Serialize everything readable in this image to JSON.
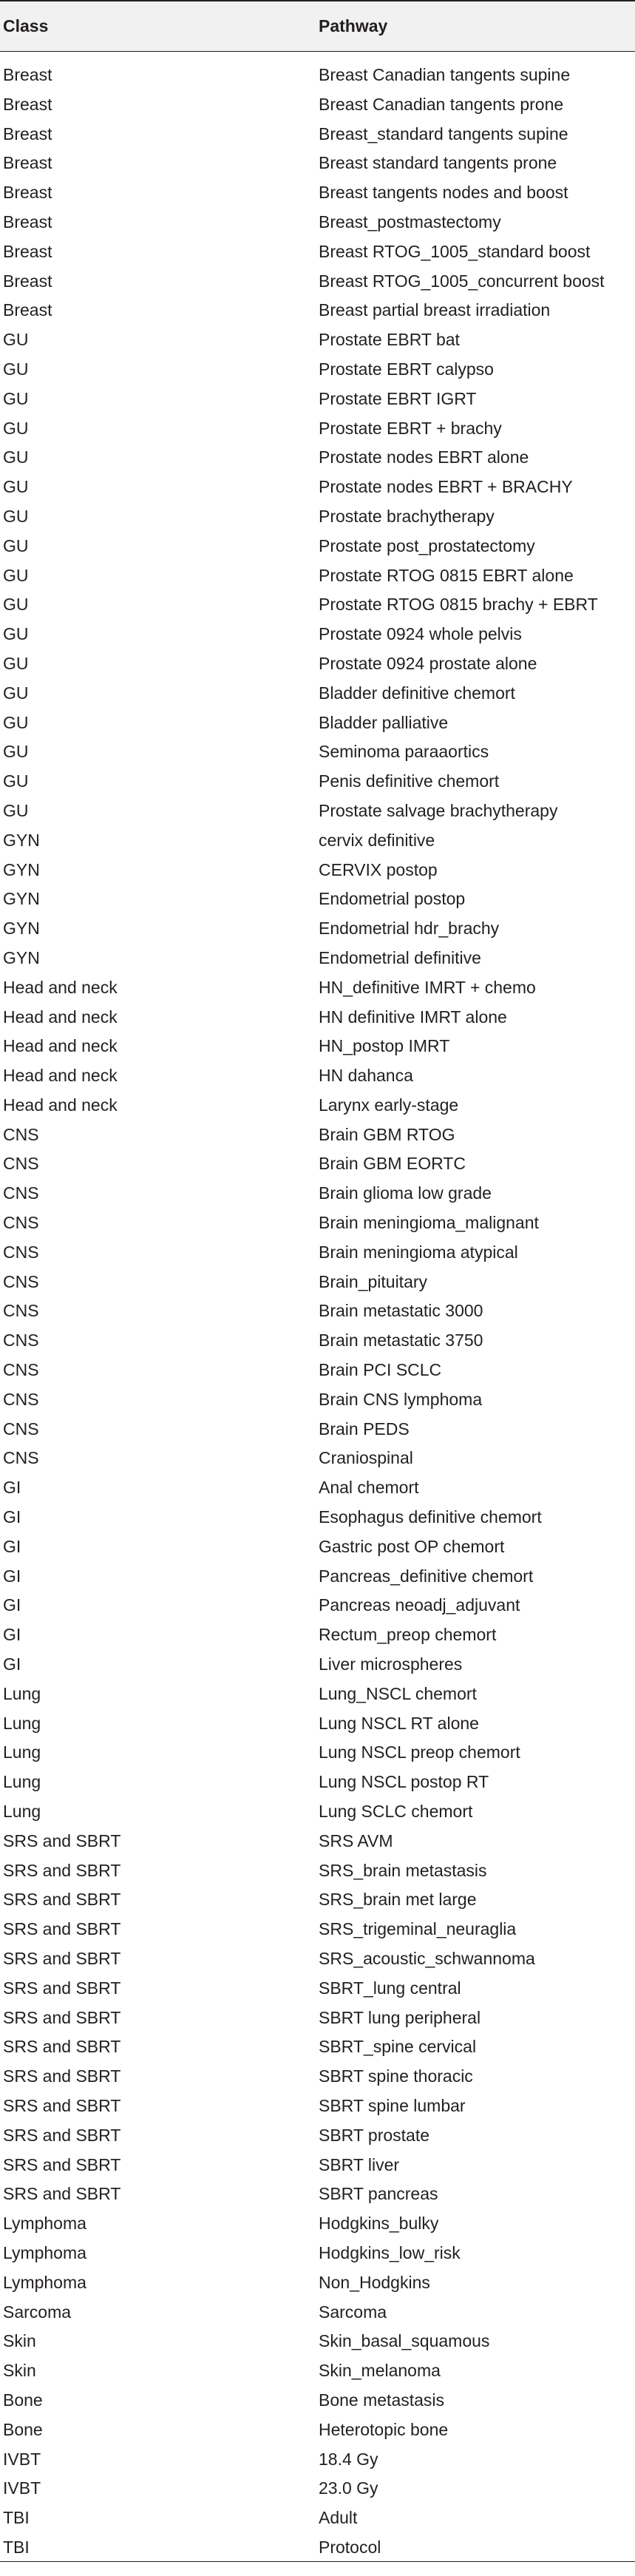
{
  "table": {
    "headers": {
      "class": "Class",
      "pathway": "Pathway"
    },
    "rows": [
      {
        "class": "Breast",
        "pathway": "Breast Canadian tangents supine"
      },
      {
        "class": "Breast",
        "pathway": "Breast Canadian tangents prone"
      },
      {
        "class": "Breast",
        "pathway": "Breast_standard tangents supine"
      },
      {
        "class": "Breast",
        "pathway": "Breast standard tangents prone"
      },
      {
        "class": "Breast",
        "pathway": "Breast tangents nodes and boost"
      },
      {
        "class": "Breast",
        "pathway": "Breast_postmastectomy"
      },
      {
        "class": "Breast",
        "pathway": "Breast RTOG_1005_standard boost"
      },
      {
        "class": "Breast",
        "pathway": "Breast RTOG_1005_concurrent boost"
      },
      {
        "class": "Breast",
        "pathway": "Breast partial breast irradiation"
      },
      {
        "class": "GU",
        "pathway": "Prostate EBRT bat"
      },
      {
        "class": "GU",
        "pathway": "Prostate EBRT calypso"
      },
      {
        "class": "GU",
        "pathway": "Prostate EBRT IGRT"
      },
      {
        "class": "GU",
        "pathway": "Prostate EBRT + brachy"
      },
      {
        "class": "GU",
        "pathway": "Prostate nodes EBRT alone"
      },
      {
        "class": "GU",
        "pathway": "Prostate nodes EBRT + BRACHY"
      },
      {
        "class": "GU",
        "pathway": "Prostate brachytherapy"
      },
      {
        "class": "GU",
        "pathway": "Prostate post_prostatectomy"
      },
      {
        "class": "GU",
        "pathway": "Prostate RTOG 0815 EBRT alone"
      },
      {
        "class": "GU",
        "pathway": "Prostate RTOG 0815 brachy + EBRT"
      },
      {
        "class": "GU",
        "pathway": "Prostate 0924 whole pelvis"
      },
      {
        "class": "GU",
        "pathway": "Prostate 0924 prostate alone"
      },
      {
        "class": "GU",
        "pathway": "Bladder definitive chemort"
      },
      {
        "class": "GU",
        "pathway": "Bladder palliative"
      },
      {
        "class": "GU",
        "pathway": "Seminoma paraaortics"
      },
      {
        "class": "GU",
        "pathway": "Penis definitive chemort"
      },
      {
        "class": "GU",
        "pathway": "Prostate salvage brachytherapy"
      },
      {
        "class": "GYN",
        "pathway": "cervix definitive"
      },
      {
        "class": "GYN",
        "pathway": "CERVIX postop"
      },
      {
        "class": "GYN",
        "pathway": "Endometrial postop"
      },
      {
        "class": "GYN",
        "pathway": "Endometrial hdr_brachy"
      },
      {
        "class": "GYN",
        "pathway": "Endometrial definitive"
      },
      {
        "class": "Head and neck",
        "pathway": "HN_definitive IMRT + chemo"
      },
      {
        "class": "Head and neck",
        "pathway": "HN definitive IMRT alone"
      },
      {
        "class": "Head and neck",
        "pathway": "HN_postop IMRT"
      },
      {
        "class": "Head and neck",
        "pathway": "HN dahanca"
      },
      {
        "class": "Head and neck",
        "pathway": "Larynx early-stage"
      },
      {
        "class": "CNS",
        "pathway": "Brain GBM RTOG"
      },
      {
        "class": "CNS",
        "pathway": "Brain GBM EORTC"
      },
      {
        "class": "CNS",
        "pathway": "Brain glioma low grade"
      },
      {
        "class": "CNS",
        "pathway": "Brain meningioma_malignant"
      },
      {
        "class": "CNS",
        "pathway": "Brain meningioma atypical"
      },
      {
        "class": "CNS",
        "pathway": "Brain_pituitary"
      },
      {
        "class": "CNS",
        "pathway": "Brain metastatic 3000"
      },
      {
        "class": "CNS",
        "pathway": "Brain metastatic 3750"
      },
      {
        "class": "CNS",
        "pathway": "Brain PCI SCLC"
      },
      {
        "class": "CNS",
        "pathway": "Brain CNS lymphoma"
      },
      {
        "class": "CNS",
        "pathway": "Brain PEDS"
      },
      {
        "class": "CNS",
        "pathway": "Craniospinal"
      },
      {
        "class": "GI",
        "pathway": "Anal chemort"
      },
      {
        "class": "GI",
        "pathway": "Esophagus definitive chemort"
      },
      {
        "class": "GI",
        "pathway": "Gastric post OP chemort"
      },
      {
        "class": "GI",
        "pathway": "Pancreas_definitive chemort"
      },
      {
        "class": "GI",
        "pathway": "Pancreas neoadj_adjuvant"
      },
      {
        "class": "GI",
        "pathway": "Rectum_preop chemort"
      },
      {
        "class": "GI",
        "pathway": "Liver microspheres"
      },
      {
        "class": "Lung",
        "pathway": "Lung_NSCL chemort"
      },
      {
        "class": "Lung",
        "pathway": "Lung NSCL RT alone"
      },
      {
        "class": "Lung",
        "pathway": "Lung NSCL preop chemort"
      },
      {
        "class": "Lung",
        "pathway": "Lung NSCL postop RT"
      },
      {
        "class": "Lung",
        "pathway": "Lung SCLC chemort"
      },
      {
        "class": "SRS and SBRT",
        "pathway": "SRS AVM"
      },
      {
        "class": "SRS and SBRT",
        "pathway": "SRS_brain metastasis"
      },
      {
        "class": "SRS and SBRT",
        "pathway": "SRS_brain met large"
      },
      {
        "class": "SRS and SBRT",
        "pathway": "SRS_trigeminal_neuraglia"
      },
      {
        "class": "SRS and SBRT",
        "pathway": "SRS_acoustic_schwannoma"
      },
      {
        "class": "SRS and SBRT",
        "pathway": "SBRT_lung central"
      },
      {
        "class": "SRS and SBRT",
        "pathway": "SBRT lung peripheral"
      },
      {
        "class": "SRS and SBRT",
        "pathway": "SBRT_spine cervical"
      },
      {
        "class": "SRS and SBRT",
        "pathway": "SBRT spine thoracic"
      },
      {
        "class": "SRS and SBRT",
        "pathway": "SBRT spine lumbar"
      },
      {
        "class": "SRS and SBRT",
        "pathway": "SBRT prostate"
      },
      {
        "class": "SRS and SBRT",
        "pathway": "SBRT liver"
      },
      {
        "class": "SRS and SBRT",
        "pathway": "SBRT pancreas"
      },
      {
        "class": "Lymphoma",
        "pathway": "Hodgkins_bulky"
      },
      {
        "class": "Lymphoma",
        "pathway": "Hodgkins_low_risk"
      },
      {
        "class": "Lymphoma",
        "pathway": "Non_Hodgkins"
      },
      {
        "class": "Sarcoma",
        "pathway": "Sarcoma"
      },
      {
        "class": "Skin",
        "pathway": "Skin_basal_squamous"
      },
      {
        "class": "Skin",
        "pathway": "Skin_melanoma"
      },
      {
        "class": "Bone",
        "pathway": "Bone metastasis"
      },
      {
        "class": "Bone",
        "pathway": "Heterotopic bone"
      },
      {
        "class": "IVBT",
        "pathway": "18.4 Gy"
      },
      {
        "class": "IVBT",
        "pathway": "23.0 Gy"
      },
      {
        "class": "TBI",
        "pathway": "Adult"
      },
      {
        "class": "TBI",
        "pathway": "Protocol"
      }
    ]
  }
}
